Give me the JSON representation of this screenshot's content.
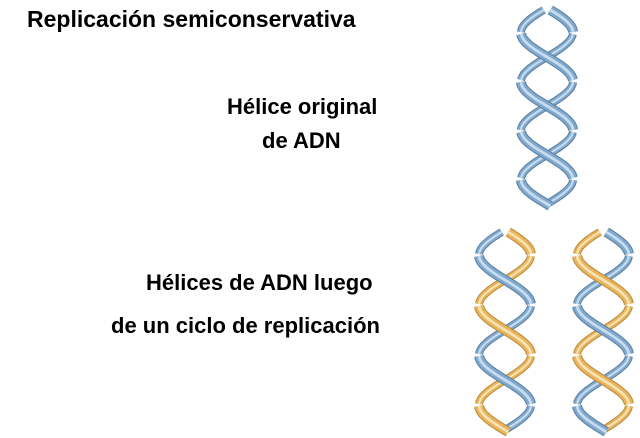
{
  "title": "Replicación semiconservativa",
  "original_helix": {
    "label_line1": "Hélice original",
    "label_line2": "de ADN"
  },
  "replicated_helices": {
    "label_line1": "Hélices de ADN luego",
    "label_line2": "de un ciclo de replicación"
  },
  "colors": {
    "blue_strand": "#7fa9cf",
    "blue_strand_light": "#c9dcee",
    "yellow_strand": "#e9b45a",
    "yellow_strand_light": "#f6e2b4",
    "outline": "#5b7f9f",
    "outline_yellow": "#b98a3b"
  },
  "helices": [
    {
      "id": "original",
      "strand_a": "blue",
      "strand_b": "blue"
    },
    {
      "id": "daughter-left",
      "strand_a": "yellow",
      "strand_b": "blue"
    },
    {
      "id": "daughter-right",
      "strand_a": "blue",
      "strand_b": "yellow"
    }
  ]
}
